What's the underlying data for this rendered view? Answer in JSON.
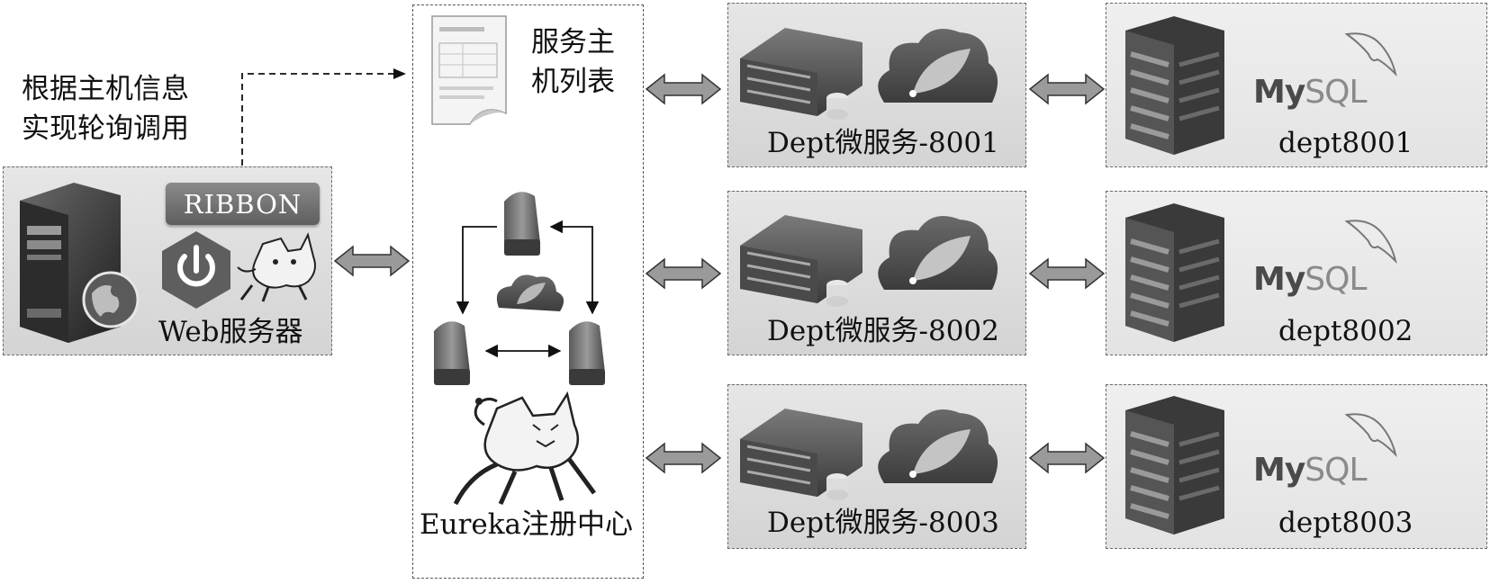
{
  "annotation": {
    "line1": "根据主机信息",
    "line2": "实现轮询调用"
  },
  "web_server": {
    "label": "Web服务器",
    "ribbon_label": "RIBBON"
  },
  "eureka": {
    "label": "Eureka注册中心",
    "host_list_line1": "服务主",
    "host_list_line2": "机列表"
  },
  "services": [
    {
      "label": "Dept微服务-8001"
    },
    {
      "label": "Dept微服务-8002"
    },
    {
      "label": "Dept微服务-8003"
    }
  ],
  "databases": [
    {
      "label": "dept8001",
      "logo_my": "My",
      "logo_sql": "SQL"
    },
    {
      "label": "dept8002",
      "logo_my": "My",
      "logo_sql": "SQL"
    },
    {
      "label": "dept8003",
      "logo_my": "My",
      "logo_sql": "SQL"
    }
  ]
}
